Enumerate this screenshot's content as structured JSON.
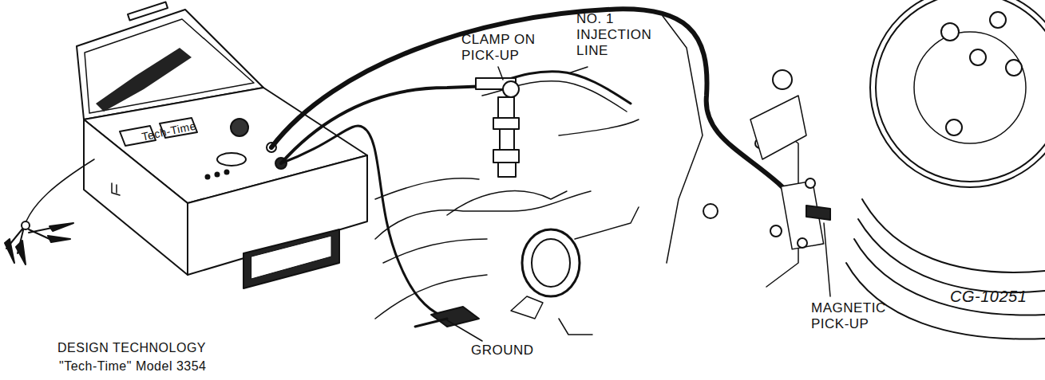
{
  "diagram": {
    "labels": [
      "Tech-Time",
      "CLAMP ON PICK-UP",
      "NO. 1 INJECTION LINE",
      "GROUND",
      "MAGNETIC PICK-UP",
      "CG-10251",
      "DESIGN TECHNOLOGY",
      "\"Tech-Time\" Model 3354"
    ]
  }
}
